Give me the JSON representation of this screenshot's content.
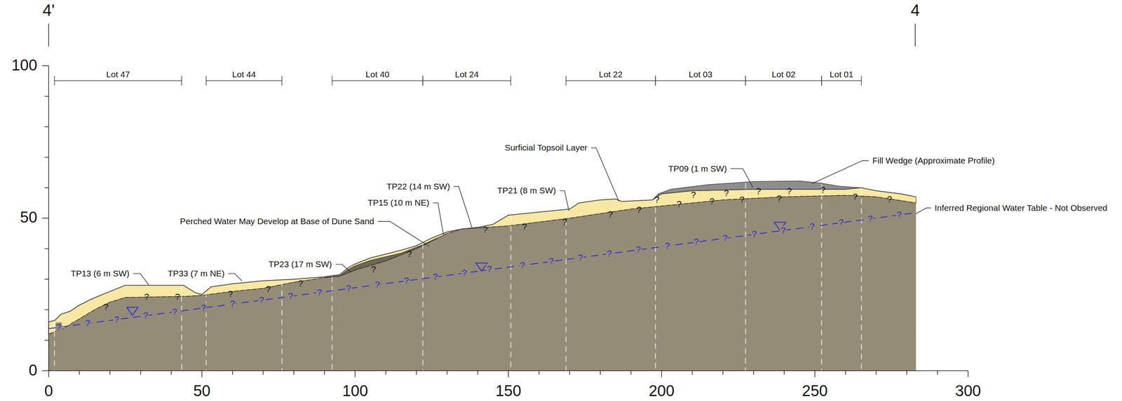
{
  "diagram": {
    "labels": [
      "4'",
      "4",
      "100",
      "50",
      "0",
      "0",
      "50",
      "100",
      "150",
      "200",
      "250",
      "300",
      "Lot 47",
      "Lot 44",
      "Lot 40",
      "Lot 24",
      "Lot 22",
      "Lot 03",
      "Lot 02",
      "Lot 01",
      "TP13 (6 m SW)",
      "TP33 (7 m NE)",
      "TP23 (17 m SW)",
      "Perched Water May Develop at Base of Dune Sand",
      "TP15 (10 m NE)",
      "TP22 (14 m SW)",
      "TP21 (8 m SW)",
      "Surficial Topsoil Layer",
      "TP09 (1 m SW)",
      "Fill Wedge (Approximate Profile)",
      "Inferred Regional Water Table - Not Observed",
      "?",
      "?",
      "?",
      "?",
      "?",
      "?",
      "?",
      "?",
      "?",
      "?",
      "?",
      "?",
      "?",
      "?",
      "?",
      "?",
      "?",
      "?",
      "?",
      "?",
      "?",
      "?",
      "?",
      "?",
      "?",
      "?",
      "?",
      "?",
      "?",
      "?",
      "?",
      "?",
      "?",
      "?",
      "?",
      "?",
      "?",
      "?",
      "?",
      "?",
      "?",
      "?",
      "?",
      "?",
      "?",
      "?",
      "?",
      "?",
      "?",
      "?",
      "?",
      "?",
      "?",
      "?",
      "?"
    ]
  }
}
